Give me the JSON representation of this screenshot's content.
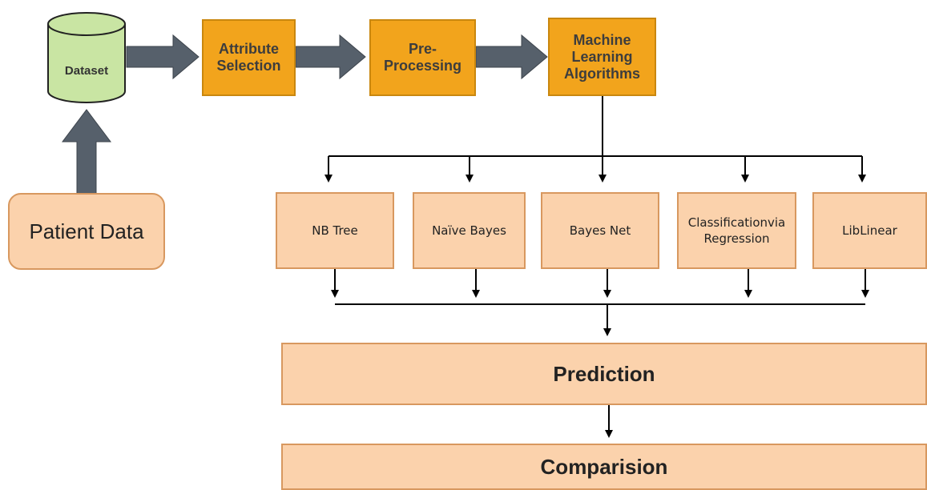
{
  "diagram": {
    "dataset": {
      "label": "Dataset"
    },
    "patient_data": {
      "label": "Patient Data"
    },
    "pipeline": [
      {
        "key": "attribute_selection",
        "label": "Attribute\nSelection"
      },
      {
        "key": "pre_processing",
        "label": "Pre-\nProcessing"
      },
      {
        "key": "ml_algorithms",
        "label": "Machine\nLearning\nAlgorithms"
      }
    ],
    "algorithms": [
      {
        "label": "NB Tree"
      },
      {
        "label": "Naïve Bayes"
      },
      {
        "label": "Bayes Net"
      },
      {
        "label": "Classificationvia\nRegression"
      },
      {
        "label": "LibLinear"
      }
    ],
    "prediction": {
      "label": "Prediction"
    },
    "comparison": {
      "label": "Comparision"
    }
  },
  "colors": {
    "process_fill": "#f2a41c",
    "process_border": "#c9870f",
    "stage_fill": "#fbd2ac",
    "stage_border": "#d8985f",
    "dataset_fill": "#c9e5a3",
    "block_arrow": "#56606b",
    "connector": "#000000"
  }
}
